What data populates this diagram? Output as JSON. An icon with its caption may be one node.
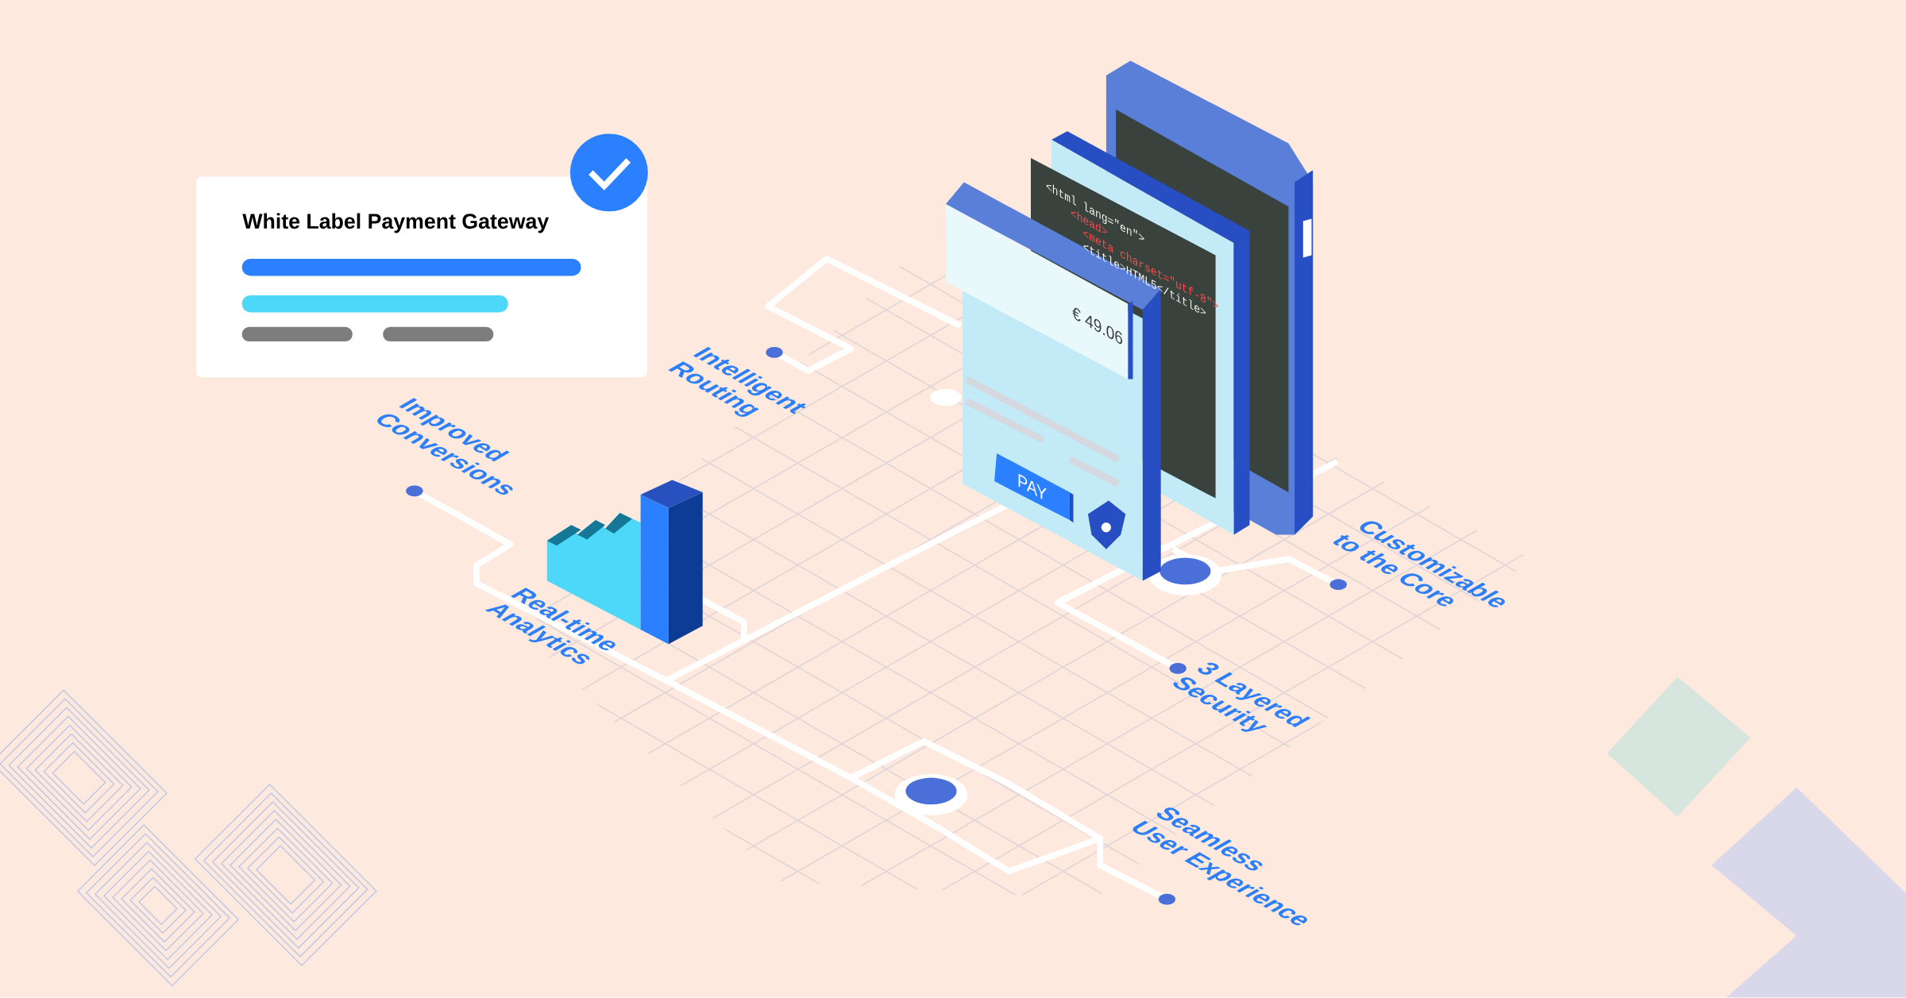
{
  "diagram": {
    "nodes": [
      {
        "text": [
          "White Label Payment Gateway"
        ]
      }
    ],
    "labels": [
      "<html lang=\"en\">",
      "<head>",
      "<meta charset=\"utf-8\">",
      "<title>HTML5</title>",
      "€ 49.06",
      "PAY",
      "Intelligent",
      "Routing",
      "Improved",
      "Conversions",
      "Real-time",
      "Analytics",
      "Customizable",
      "to the Core",
      "3 Layered",
      "Security",
      "Seamless",
      "User Experience"
    ]
  }
}
